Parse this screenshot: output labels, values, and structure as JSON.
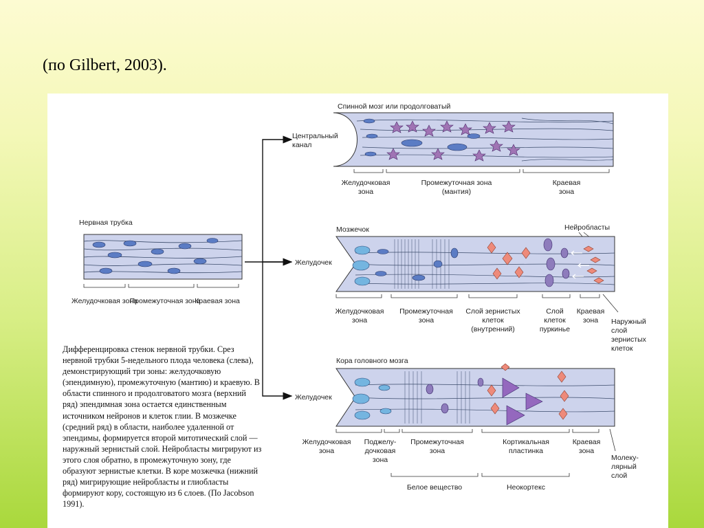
{
  "slide": {
    "caption": "(по Gilbert, 2003)."
  },
  "panels": {
    "neural_tube": {
      "title": "Нервная трубка",
      "zones": [
        "Желудочковая зона",
        "Промежуточная зона",
        "Краевая зона"
      ]
    },
    "spinal_cord": {
      "title": "Спинной мозг или продолговатый",
      "canal_label": "Центральный канал",
      "zones": [
        "Желудочковая зона",
        "Промежуточная зона (мантия)",
        "Краевая зона"
      ]
    },
    "cerebellum": {
      "title": "Мозжечок",
      "ventricle_label": "Желудочек",
      "neuroblasts_label": "Нейробласты",
      "zones": [
        "Желудочковая зона",
        "Промежуточная зона",
        "Слой зернистых клеток (внутренний)",
        "Слой клеток пуркинье",
        "Краевая зона",
        "Наружный слой зернистых клеток"
      ]
    },
    "cortex": {
      "title": "Кора головного мозга",
      "ventricle_label": "Желудочек",
      "zones": [
        "Желудочковая зона",
        "Поджелу-дочковая зона",
        "Промежуточная зона",
        "Кортикальная пластинка",
        "Краевая зона",
        "Молеку-лярный слой"
      ],
      "groups": [
        "Белое вещество",
        "Неокортекс"
      ]
    }
  },
  "description": "Дифференцировка стенок нервной трубки. Срез нервной трубки 5-недельного плода человека (слева), демонстрирующий три зоны: желудочковую (эпендимную), промежуточную (мантию) и краевую. В области спинного и продолговатого мозга (верхний ряд) эпендимная зона остается единственным источником нейронов и клеток глии. В мозжечке (средний ряд) в области, наиболее удаленной от эпендимы, формируется второй митотический слой — наружный зернистый слой. Нейробласты мигрируют из этого слоя обратно, в промежуточную зону, где образуют зернистые клетки. В коре мозжечка (нижний ряд) мигрирующие нейробласты и глиобласты формируют кору, состоящую из 6 слоев. (По Jacobson 1991).",
  "colors": {
    "tissue_fill": "#cdd3ec",
    "cell_blue": "#5b7cc4",
    "ventricle_cell": "#74b5e0",
    "star_cell": "#a074b4",
    "pink_cell": "#ee8a7a",
    "purkinje": "#8e7cbc",
    "pyramidal": "#9468be"
  },
  "icons": {
    "arrow": "arrow-right-icon"
  }
}
